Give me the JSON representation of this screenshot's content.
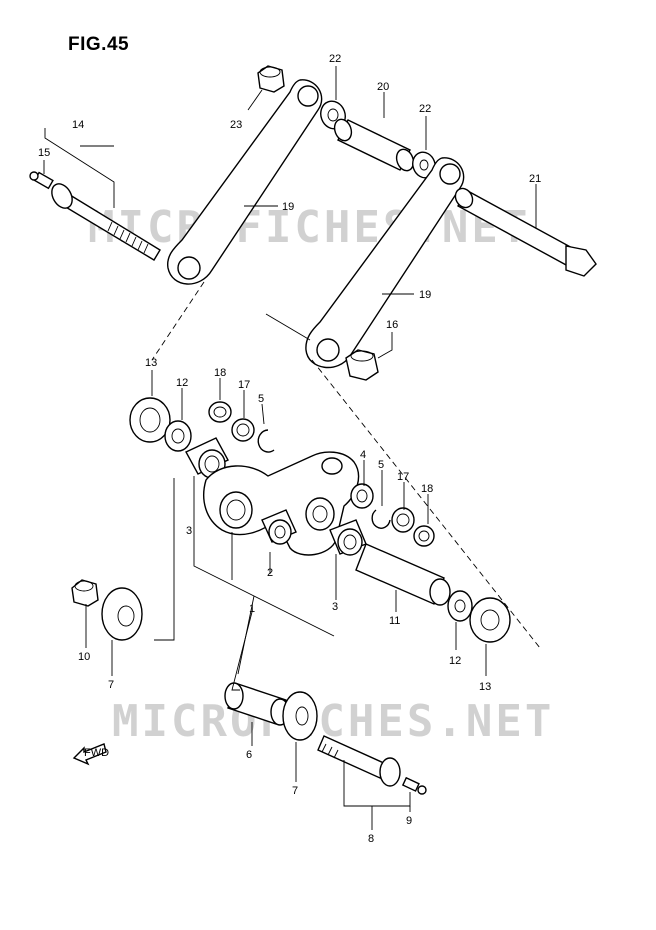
{
  "figure": {
    "title": "FIG.45",
    "watermark_text": "MICROFICHES.NET",
    "fwd_label": "FWD"
  },
  "callouts": {
    "p1": "1",
    "p2": "2",
    "p3a": "3",
    "p3b": "3",
    "p4": "4",
    "p5a": "5",
    "p5b": "5",
    "p6": "6",
    "p7a": "7",
    "p7b": "7",
    "p8": "8",
    "p9": "9",
    "p10": "10",
    "p11": "11",
    "p12a": "12",
    "p12b": "12",
    "p13a": "13",
    "p13b": "13",
    "p14": "14",
    "p15": "15",
    "p16": "16",
    "p17a": "17",
    "p17b": "17",
    "p18a": "18",
    "p18b": "18",
    "p19a": "19",
    "p19b": "19",
    "p20": "20",
    "p21": "21",
    "p22a": "22",
    "p22b": "22",
    "p23": "23"
  }
}
